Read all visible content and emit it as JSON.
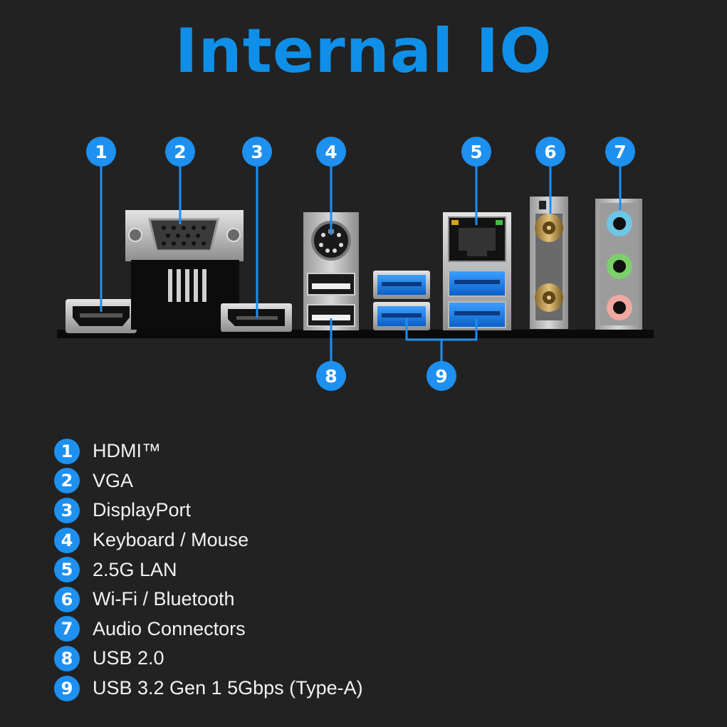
{
  "title": "Internal IO",
  "accent_color": "#1e90f0",
  "title_color": "#0f8fe8",
  "callouts": [
    "1",
    "2",
    "3",
    "4",
    "5",
    "6",
    "7",
    "8",
    "9"
  ],
  "legend": [
    {
      "num": "1",
      "label": "HDMI™"
    },
    {
      "num": "2",
      "label": "VGA"
    },
    {
      "num": "3",
      "label": "DisplayPort"
    },
    {
      "num": "4",
      "label": "Keyboard / Mouse"
    },
    {
      "num": "5",
      "label": "2.5G LAN"
    },
    {
      "num": "6",
      "label": "Wi-Fi / Bluetooth"
    },
    {
      "num": "7",
      "label": "Audio Connectors"
    },
    {
      "num": "8",
      "label": "USB 2.0"
    },
    {
      "num": "9",
      "label": "USB 3.2 Gen 1 5Gbps (Type-A)"
    }
  ]
}
